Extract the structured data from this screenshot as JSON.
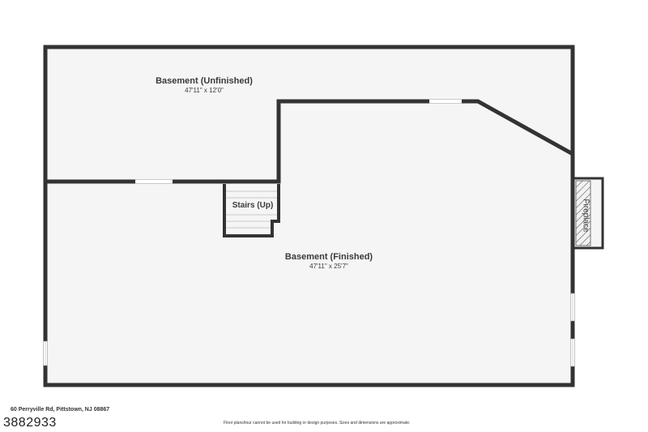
{
  "rooms": {
    "unfinished": {
      "name": "Basement (Unfinished)",
      "dimensions": "47'11\" x 12'0\""
    },
    "finished": {
      "name": "Basement (Finished)",
      "dimensions": "47'11\" x 25'7\""
    },
    "stairs": {
      "name": "Stairs (Up)"
    },
    "fireplace": {
      "name": "Fireplace"
    }
  },
  "footer": {
    "address": "60 Perryville Rd, Pittstown, NJ 08867",
    "listing_id": "3882933",
    "disclaimer": "Floor plans/tour cannot be used for building or design purposes. Sizes and dimensions are approximate."
  },
  "colors": {
    "wall": "#333333",
    "floor": "#f5f5f5",
    "background": "#ffffff"
  }
}
